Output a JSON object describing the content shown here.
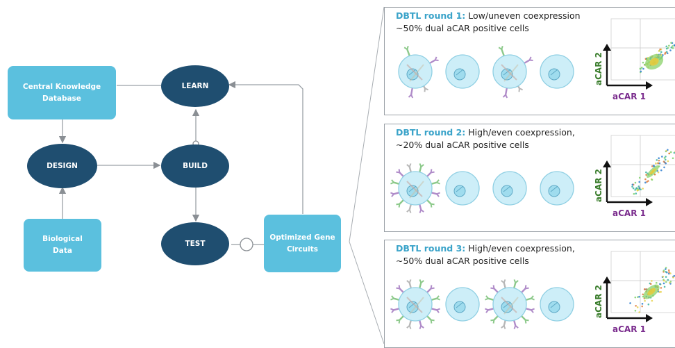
{
  "flow": {
    "central_knowledge_db": "Central Knowledge Database",
    "learn": "LEARN",
    "design": "DESIGN",
    "build": "BUILD",
    "test": "TEST",
    "biological_data": "Biological Data",
    "optimized_circuits": "Optimized Gene Circuits"
  },
  "rounds": [
    {
      "title_prefix": "DBTL round 1:",
      "title_rest": " Low/uneven coexpression",
      "subtitle": "~50% dual aCAR positive cells",
      "cells": [
        "receptor",
        "plain",
        "receptor",
        "plain"
      ]
    },
    {
      "title_prefix": "DBTL round 2:",
      "title_rest": " High/even coexpression,",
      "subtitle": "~20% dual aCAR positive cells",
      "cells": [
        "dense",
        "plain",
        "plain",
        "plain"
      ]
    },
    {
      "title_prefix": "DBTL round 3:",
      "title_rest": " High/even coexpression,",
      "subtitle": "~50% dual aCAR positive cells",
      "cells": [
        "dense",
        "plain",
        "dense",
        "plain"
      ]
    }
  ],
  "axes": {
    "y_label": "aCAR 2",
    "x_label": "aCAR 1"
  },
  "colors": {
    "rect_node": "#5bc0de",
    "oval_node": "#1f4e70",
    "round_highlight": "#3aa3c9",
    "y_axis_label": "#3a7d2c",
    "x_axis_label": "#7b2d8e",
    "cell_fill": "#cdeef8",
    "cell_stroke": "#8fcfe3"
  },
  "icons": [
    "flow-arrow-icon",
    "cell-icon",
    "receptor-icon",
    "scatter-plot-icon",
    "callout-wedge-icon"
  ]
}
